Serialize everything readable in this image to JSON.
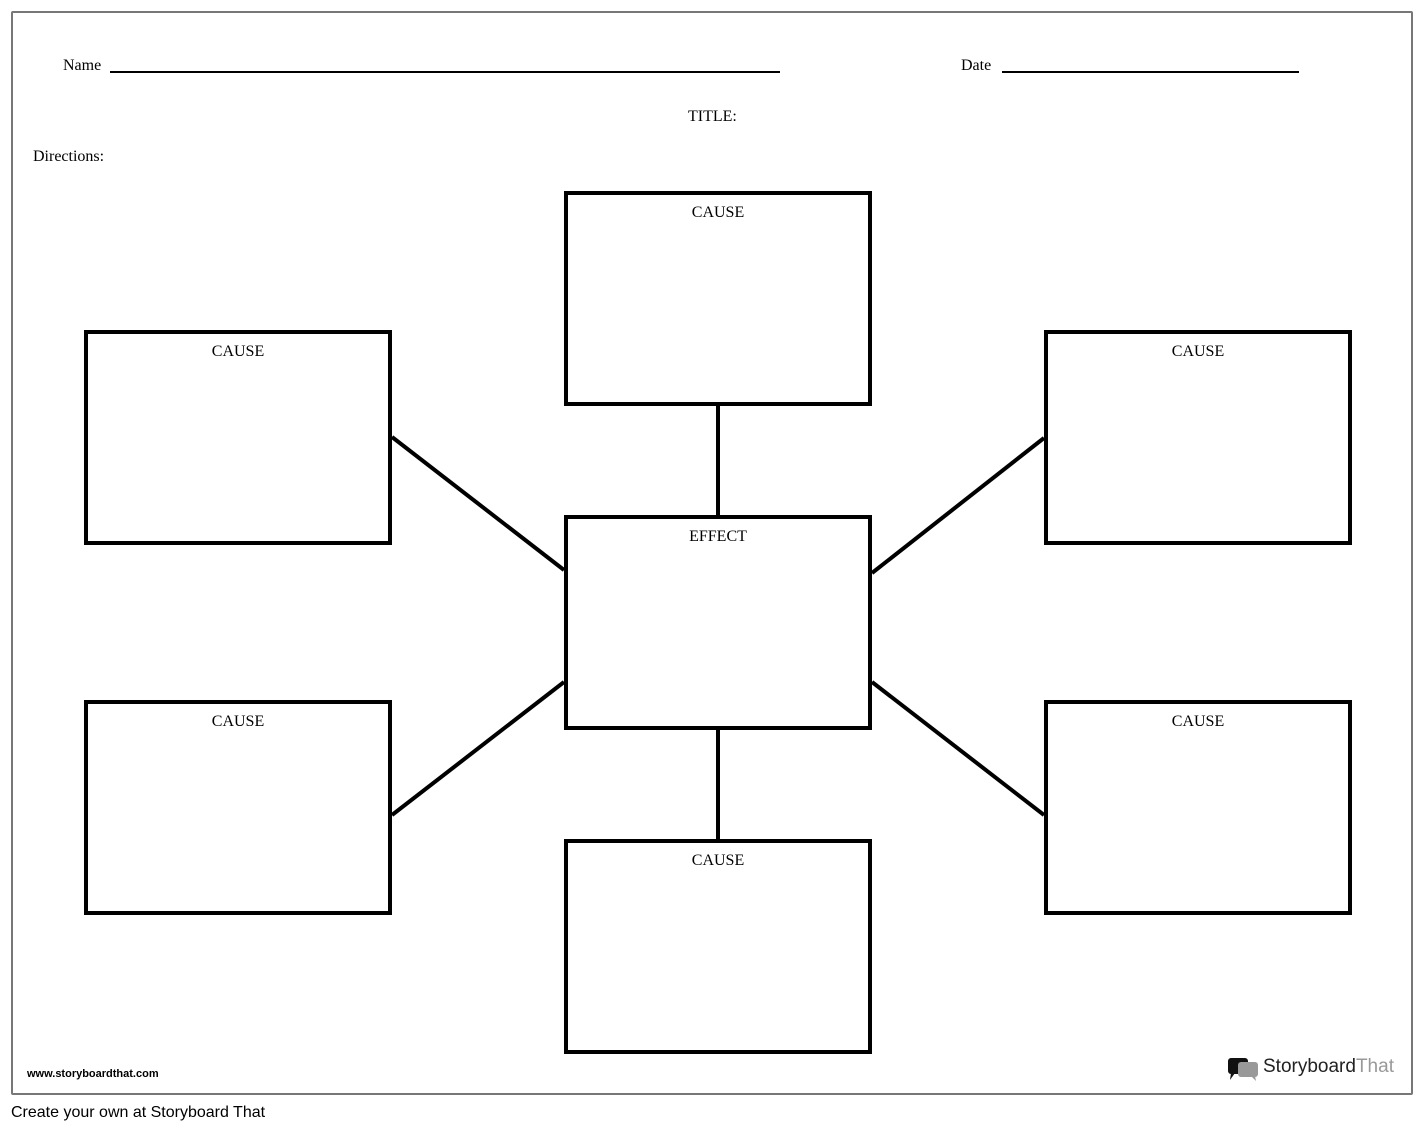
{
  "header": {
    "name_label": "Name",
    "date_label": "Date",
    "title_label": "TITLE:",
    "directions_label": "Directions:"
  },
  "diagram": {
    "effect": "EFFECT",
    "causes": [
      "CAUSE",
      "CAUSE",
      "CAUSE",
      "CAUSE",
      "CAUSE",
      "CAUSE"
    ]
  },
  "footer": {
    "url": "www.storyboardthat.com",
    "logo_main": "Storyboard",
    "logo_accent": "That",
    "create_link": "Create your own at Storyboard That"
  },
  "colors": {
    "logo_accent": "#999999",
    "frame_border": "#777777"
  }
}
